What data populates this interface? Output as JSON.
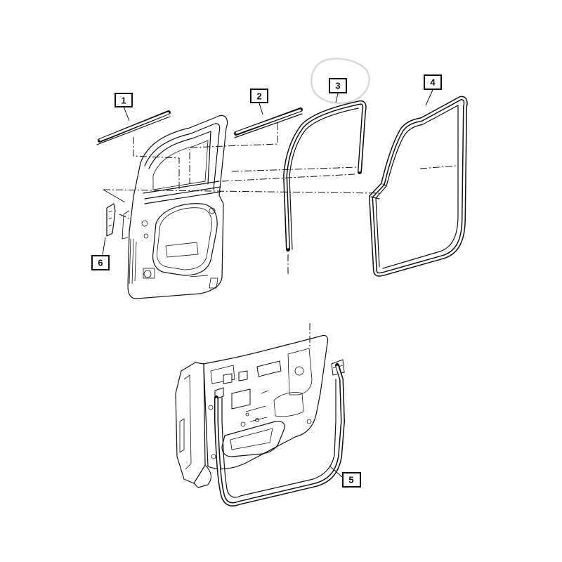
{
  "callouts": [
    {
      "id": "1",
      "label": "1"
    },
    {
      "id": "2",
      "label": "2"
    },
    {
      "id": "3",
      "label": "3"
    },
    {
      "id": "4",
      "label": "4"
    },
    {
      "id": "5",
      "label": "5"
    },
    {
      "id": "6",
      "label": "6"
    }
  ],
  "colors": {
    "line": "#111111",
    "background": "#ffffff",
    "highlight_circle": "#d9d9d9"
  }
}
